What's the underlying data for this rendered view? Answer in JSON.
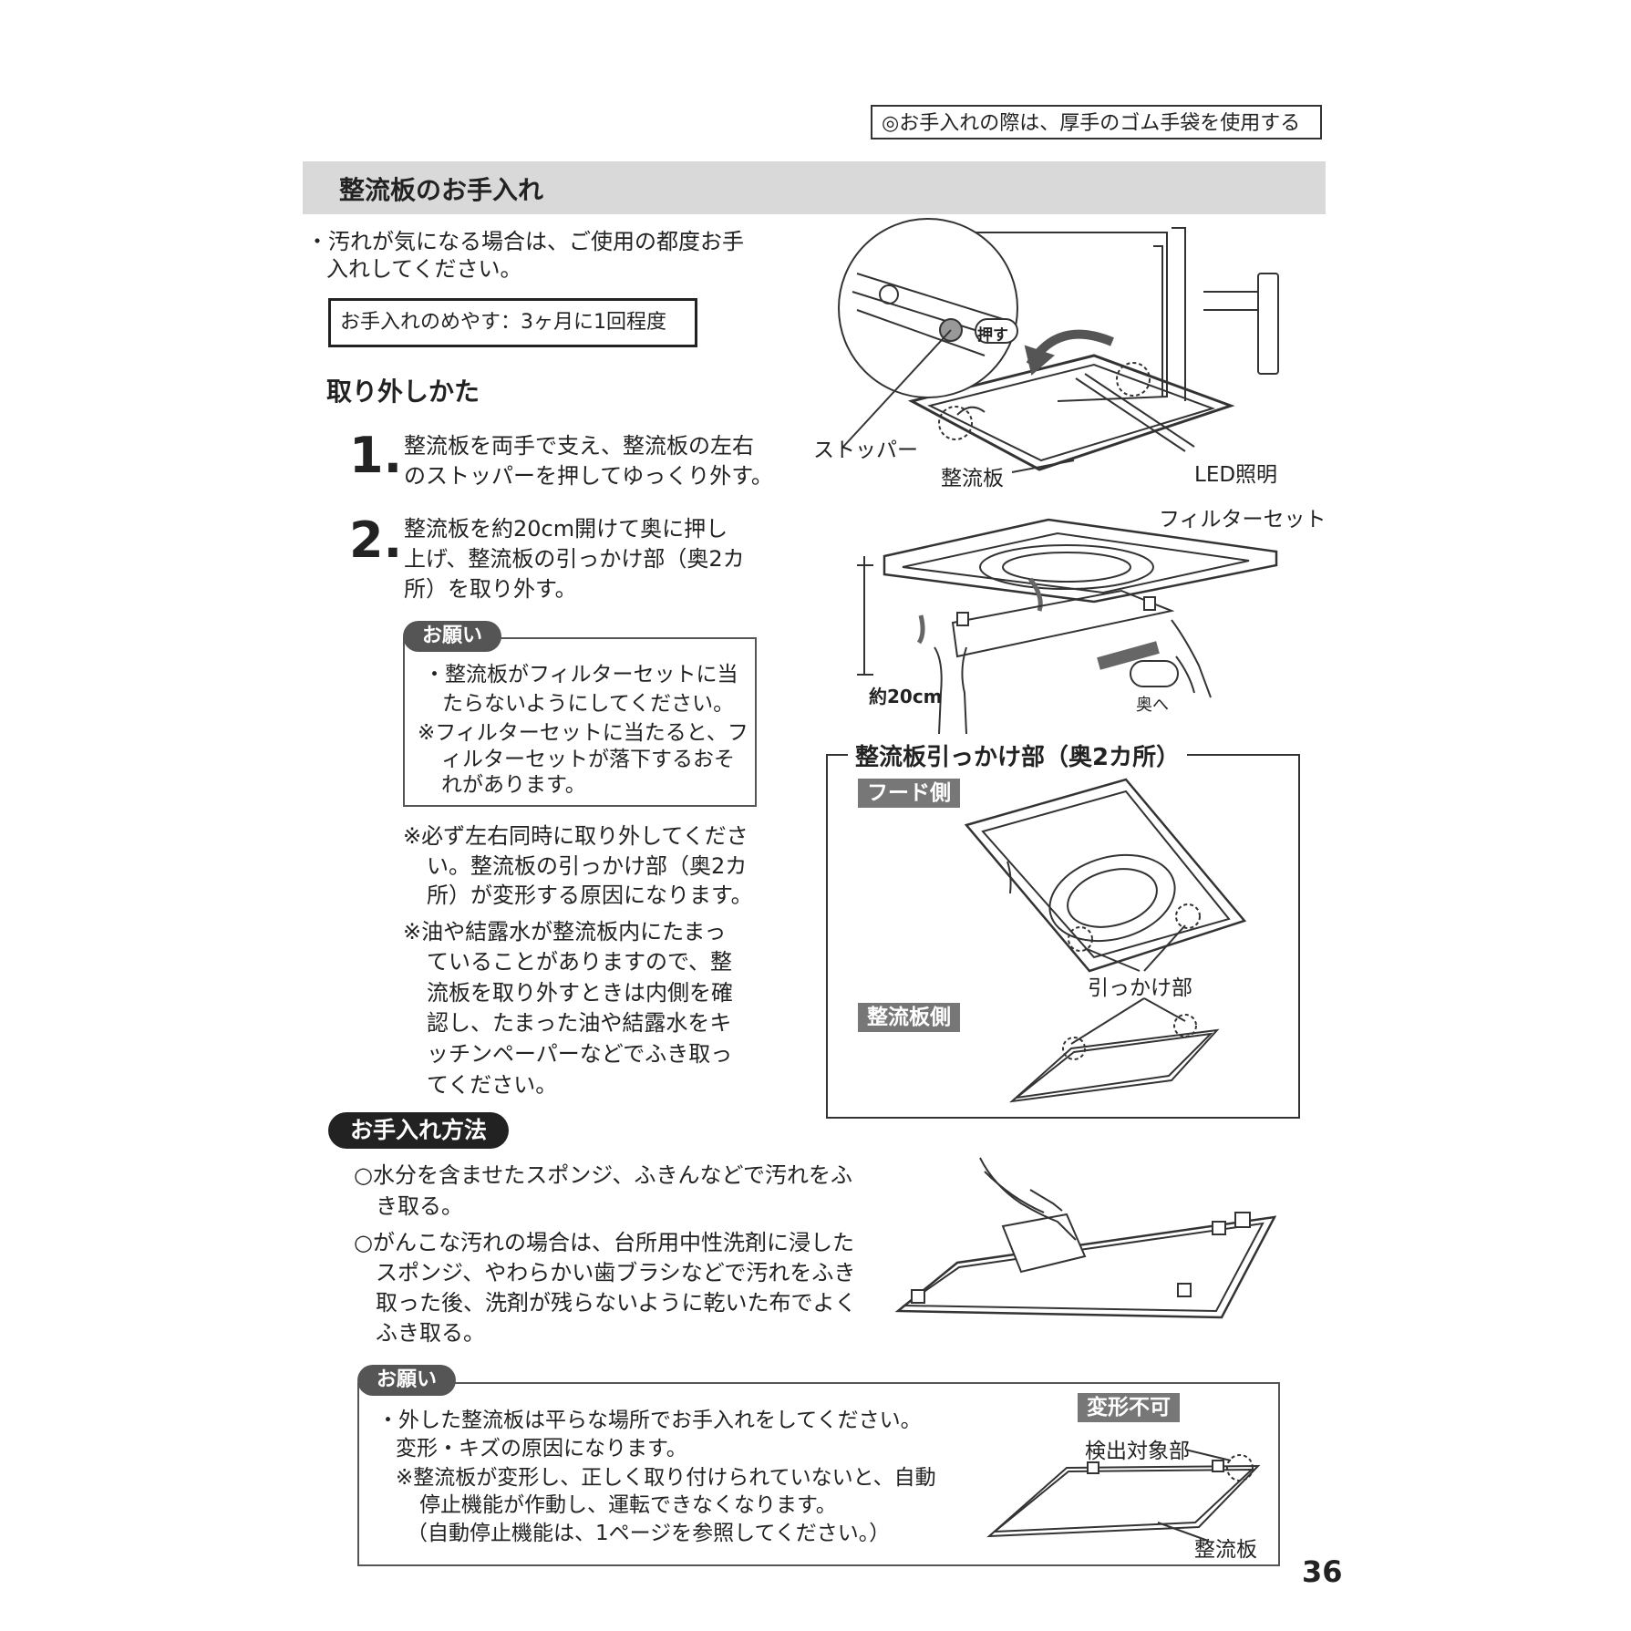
{
  "header_note": "◎お手入れの際は、厚手のゴム手袋を使用する",
  "section_title": "整流板のお手入れ",
  "intro": [
    "・汚れが気になる場合は、ご使用の都度お手",
    "入れしてください。"
  ],
  "guide": "お手入れのめやす：3ヶ月に1回程度",
  "removal_title": "取り外しかた",
  "steps": [
    {
      "num": "1.",
      "lines": [
        "整流板を両手で支え、整流板の左右",
        "のストッパーを押してゆっくり外す。"
      ]
    },
    {
      "num": "2.",
      "lines": [
        "整流板を約20cm開けて奥に押し",
        "上げ、整流板の引っかけ部（奥2カ",
        "所）を取り外す。"
      ]
    }
  ],
  "request_label": "お願い",
  "request1_lines": [
    "・整流板がフィルターセットに当",
    "たらないようにしてください。",
    "※フィルターセットに当たると、フ",
    "ィルターセットが落下するおそ",
    "れがあります。"
  ],
  "notes_a": [
    "※必ず左右同時に取り外してくださ",
    "い。整流板の引っかけ部（奥2カ",
    "所）が変形する原因になります。"
  ],
  "notes_b": [
    "※油や結露水が整流板内にたまっ",
    "ていることがありますので、整",
    "流板を取り外すときは内側を確",
    "認し、たまった油や結露水をキ",
    "ッチンペーパーなどでふき取っ",
    "てください。"
  ],
  "care_title": "お手入れ方法",
  "care_lines": [
    "○水分を含ませたスポンジ、ふきんなどで汚れをふ",
    "き取る。",
    "○がんこな汚れの場合は、台所用中性洗剤に浸した",
    "スポンジ、やわらかい歯ブラシなどで汚れをふき",
    "取った後、洗剤が残らないように乾いた布でよく",
    "ふき取る。"
  ],
  "request2_lines": [
    "・外した整流板は平らな場所でお手入れをしてください。",
    "変形・キズの原因になります。",
    "※整流板が変形し、正しく取り付けられていないと、自動",
    "停止機能が作動し、運転できなくなります。",
    "（自動停止機能は、1ページを参照してください。）"
  ],
  "figure1": {
    "push": "押す",
    "stopper": "ストッパー",
    "plate": "整流板",
    "led": "LED照明"
  },
  "figure2": {
    "filter": "フィルターセット",
    "distance": "約20cm",
    "back": "奥へ"
  },
  "figure3": {
    "title": "整流板引っかけ部（奥2カ所）",
    "hood_side": "フード側",
    "hook": "引っかけ部",
    "plate_side": "整流板側"
  },
  "figure5": {
    "no_deform": "変形不可",
    "detect": "検出対象部",
    "plate": "整流板"
  },
  "page_number": "36"
}
